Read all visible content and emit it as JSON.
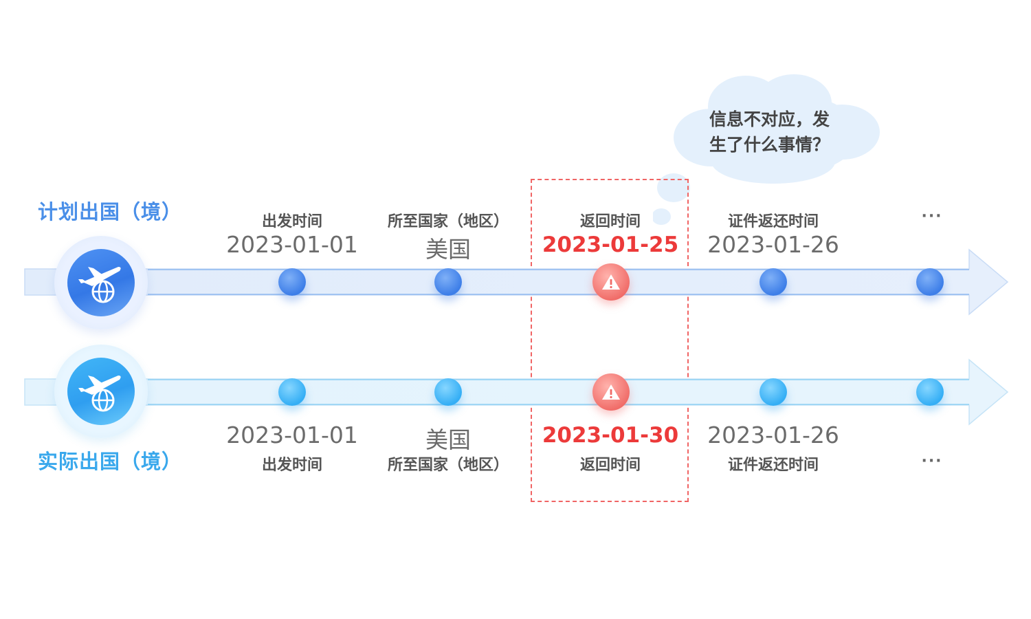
{
  "plan": {
    "title": "计划出国（境）",
    "icon": "plane-globe-icon",
    "nodes": [
      {
        "label": "出发时间",
        "value": "2023-01-01",
        "status": "normal"
      },
      {
        "label": "所至国家（地区）",
        "value": "美国",
        "status": "normal"
      },
      {
        "label": "返回时间",
        "value": "2023-01-25",
        "status": "warning"
      },
      {
        "label": "证件返还时间",
        "value": "2023-01-26",
        "status": "normal"
      },
      {
        "label": "···",
        "value": "",
        "status": "normal"
      }
    ]
  },
  "actual": {
    "title": "实际出国（境）",
    "icon": "plane-globe-icon",
    "nodes": [
      {
        "label": "出发时间",
        "value": "2023-01-01",
        "status": "normal"
      },
      {
        "label": "所至国家（地区）",
        "value": "美国",
        "status": "normal"
      },
      {
        "label": "返回时间",
        "value": "2023-01-30",
        "status": "warning"
      },
      {
        "label": "证件返还时间",
        "value": "2023-01-26",
        "status": "normal"
      },
      {
        "label": "···",
        "value": "",
        "status": "normal"
      }
    ]
  },
  "callout": {
    "line1": "信息不对应，发",
    "line2": "生了什么事情？"
  },
  "colors": {
    "plan_accent": "#4a8fe8",
    "actual_accent": "#3aa8ec",
    "alert": "#ec3a3a"
  }
}
